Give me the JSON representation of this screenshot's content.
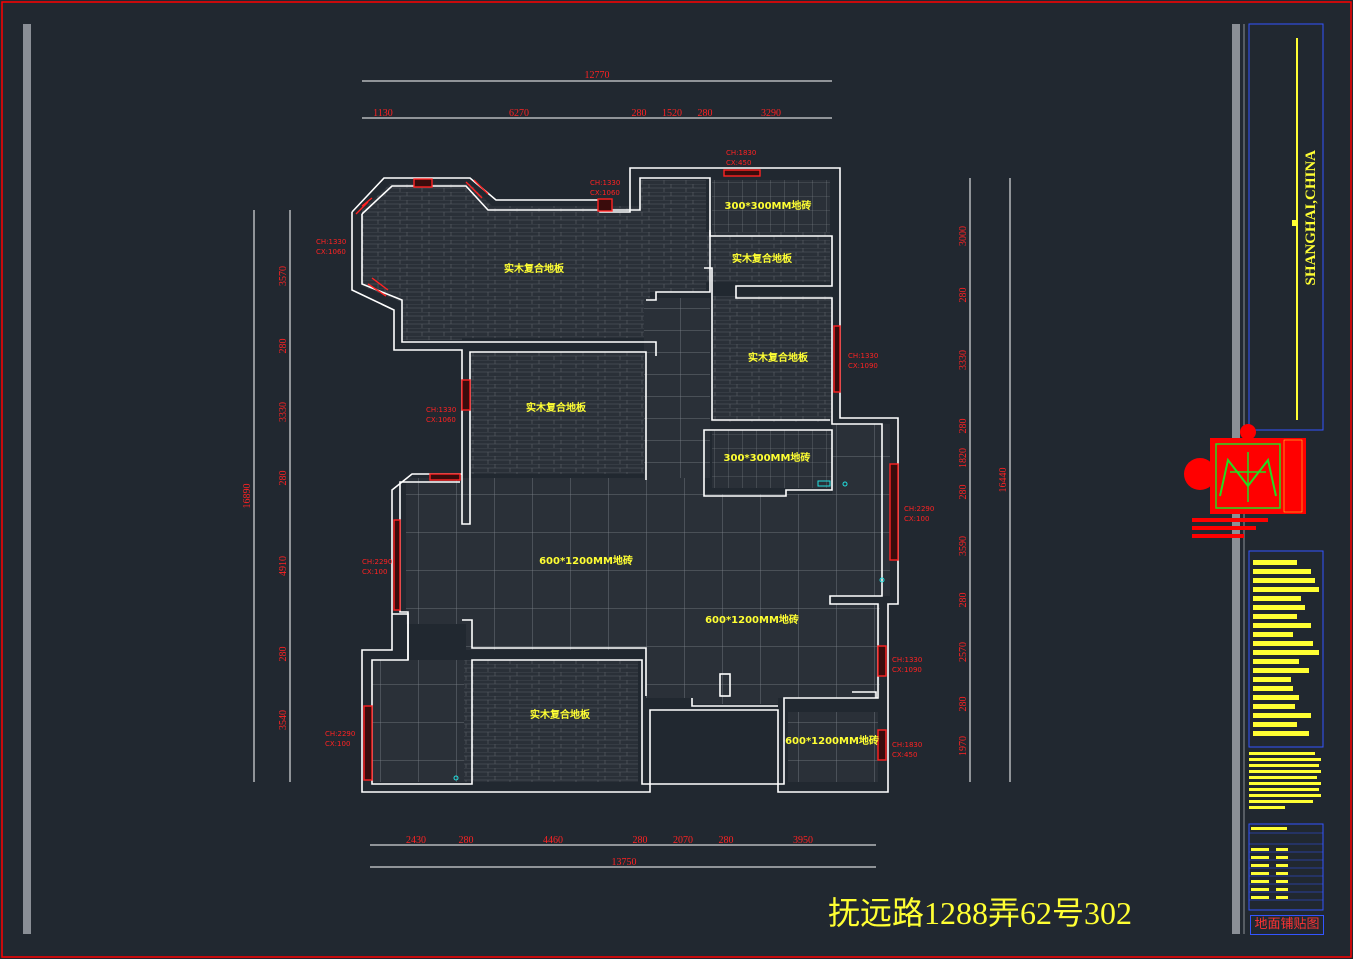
{
  "address": "抚远路1288弄62号302",
  "drawing_title": "地面铺贴图",
  "brand_vertical": "SHANGHAI,CHINA",
  "colors": {
    "background": "#212830",
    "wall": "#ffffff",
    "dim": "#ff2222",
    "label": "#ffff33",
    "grid": "#8a8f96",
    "frame": "#ff0000",
    "panel": "#3355ff",
    "logo_red": "#ff0000",
    "logo_green": "#22dd22"
  },
  "dimensions": {
    "top_total": "12770",
    "top_segments": [
      "1130",
      "6270",
      "280",
      "1520",
      "280",
      "3290"
    ],
    "bottom_total": "13750",
    "bottom_segments": [
      "2430",
      "280",
      "4460",
      "280",
      "2070",
      "280",
      "3950"
    ],
    "left_total": "16890",
    "left_segments": [
      "3570",
      "280",
      "3330",
      "280",
      "4910",
      "280",
      "3540"
    ],
    "right_total": "16440",
    "right_segments": [
      "3000",
      "280",
      "3330",
      "280",
      "1820",
      "280",
      "3590",
      "280",
      "2570",
      "280",
      "1970"
    ]
  },
  "room_labels": [
    "实木复合地板",
    "实木复合地板",
    "实木复合地板",
    "实木复合地板",
    "实木复合地板",
    "300*300MM地砖",
    "300*300MM地砖",
    "600*1200MM地砖",
    "600*1200MM地砖",
    "600*1200MM地砖"
  ],
  "window_notes": [
    [
      "CH:1330",
      "CX:1060"
    ],
    [
      "CH:1830",
      "CX:450"
    ],
    [
      "CH:1330",
      "CX:1060"
    ],
    [
      "CH:1330",
      "CX:1090"
    ],
    [
      "CH:1330",
      "CX:1060"
    ],
    [
      "CH:2290",
      "CX:100"
    ],
    [
      "CH:2290",
      "CX:100"
    ],
    [
      "CH:1330",
      "CX:1090"
    ],
    [
      "CH:2290",
      "CX:100"
    ],
    [
      "CH:1830",
      "CX:450"
    ]
  ]
}
